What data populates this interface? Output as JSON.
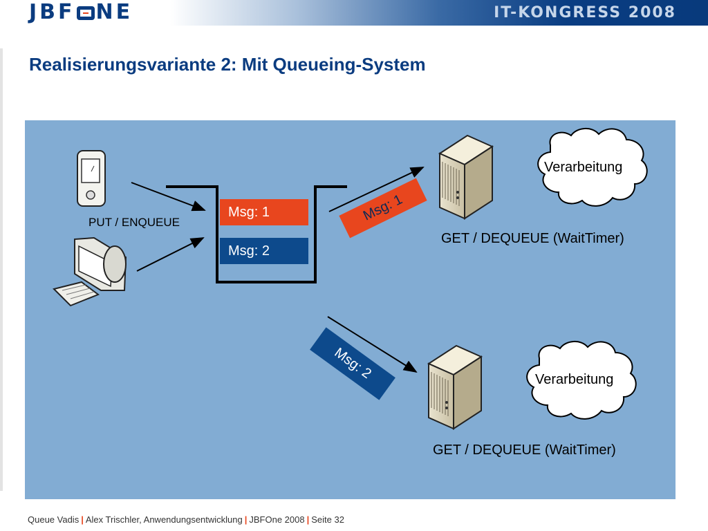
{
  "header": {
    "logo_left": "JBF",
    "logo_right": "NE",
    "event_title": "IT-KONGRESS 2008"
  },
  "slide": {
    "title": "Realisierungsvariante 2: Mit Queueing-System"
  },
  "diagram": {
    "put_label": "PUT / ENQUEUE",
    "queue_items": [
      "Msg: 1",
      "Msg: 2"
    ],
    "transit_msg_1": "Msg: 1",
    "transit_msg_2": "Msg: 2",
    "consumer_1_label": "GET / DEQUEUE (WaitTimer)",
    "consumer_2_label": "GET / DEQUEUE (WaitTimer)",
    "cloud_1_label": "Verarbeitung",
    "cloud_2_label": "Verarbeitung",
    "colors": {
      "panel": "#82acd3",
      "msg_orange": "#e8461e",
      "msg_blue": "#0d4a8c",
      "brand": "#0b3c80"
    }
  },
  "footer": {
    "part1": "Queue Vadis",
    "part2": "Alex Trischler, Anwendungsentwicklung",
    "part3": "JBFOne 2008",
    "part4": "Seite 32",
    "separator": "|"
  }
}
